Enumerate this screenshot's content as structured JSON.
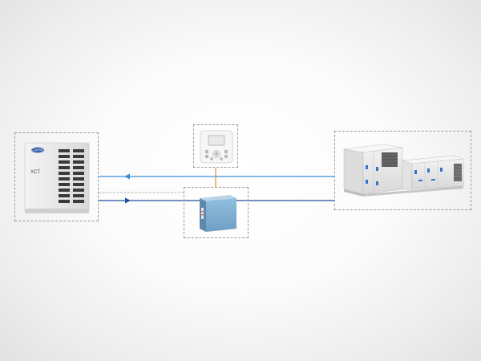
{
  "diagram": {
    "nodes": [
      {
        "id": "outdoor-unit",
        "icon": "vrf-outdoor-unit-icon"
      },
      {
        "id": "wired-controller",
        "icon": "wired-controller-icon"
      },
      {
        "id": "ahu-kit",
        "icon": "ahu-connection-kit-icon"
      },
      {
        "id": "air-handling-unit",
        "icon": "air-handling-unit-icon"
      }
    ],
    "connections": [
      {
        "from": "air-handling-unit",
        "to": "outdoor-unit",
        "color": "#3b8fd8",
        "arrow": "left"
      },
      {
        "from": "ahu-kit",
        "to": "outdoor-unit",
        "color": "#b8b8b8",
        "arrow": "none"
      },
      {
        "from": "outdoor-unit",
        "to": "air-handling-unit",
        "color": "#1f4f9c",
        "arrow": "left"
      },
      {
        "from": "wired-controller",
        "to": "ahu-kit",
        "color": "#e08a3a",
        "arrow": "none"
      }
    ],
    "colors": {
      "box_border": "#9a9a9a",
      "pipe_light_blue": "#3b8fd8",
      "pipe_dark_blue": "#1f4f9c",
      "control_wire": "#e08a3a",
      "signal_wire": "#b8b8b8",
      "unit_blue": "#7fb2d8",
      "unit_grey": "#e8e8e8"
    }
  }
}
